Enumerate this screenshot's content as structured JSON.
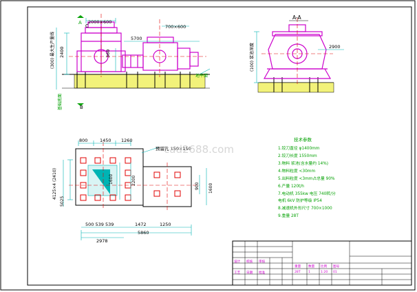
{
  "colors": {
    "cyan": "#00b4b4",
    "magenta": "#cc00cc",
    "red": "#e00000",
    "yellow": "#f2f27a",
    "green": "#00a000",
    "black": "#000000",
    "blue": "#0000cc"
  },
  "elevation": {
    "label_a": "A",
    "label_c": "C",
    "label_b": "B",
    "dim_top": "2000×600",
    "dim_right": "700×600",
    "dim_length": "5700",
    "dim_height": "2400",
    "dim_small": "360",
    "side_text": "(300) 最大生产量线",
    "right_note": "地平面",
    "bottom_note": "基础底面"
  },
  "section": {
    "title": "A-A",
    "dim_width": "2900",
    "side_text": "(100) 浆池深度"
  },
  "plan": {
    "dim_top": [
      "800",
      "1450",
      "1260"
    ],
    "note": "预留孔 150×150",
    "dim_inner_vert": "1600",
    "dim_inner_vert2": "2200",
    "dim_left_top": "4125",
    "dim_left_label": "4125×4 (2410)",
    "dim_left_bottom": "5025",
    "dim_right1": "900",
    "dim_right2": "1600",
    "dim_bottom1": "500 539 539",
    "dim_bottom2": "1472",
    "dim_bottom3": "1250",
    "dim_total1": "2978",
    "dim_total2": "5860"
  },
  "specs": {
    "title": "技术参数",
    "items": [
      "1.铰刀直径   φ1400mm",
      "2.铰刀长度   1550mm",
      "3.物料   浆池(含水量约 14%)",
      "4.物料粒度   <30mm",
      "5.出料粒度   <3mm占总量 90%",
      "6.产量   120t/h",
      "7.电动机   355kw   电压 740转/分",
      "电机 6kV   防护等级 IP54",
      "8.减速机外形尺寸   700×1000",
      "9.重量   28T"
    ]
  },
  "watermark": "cad2688.com",
  "title_block": {
    "row_a": [
      "设计",
      "校核",
      "审核"
    ],
    "row_b": [
      "工艺",
      "日期",
      "批准"
    ],
    "mid_headers": [
      "重量",
      "数量",
      "比例",
      "图号"
    ],
    "mid_values": [
      "28T",
      "1",
      "1:20",
      "01"
    ]
  }
}
